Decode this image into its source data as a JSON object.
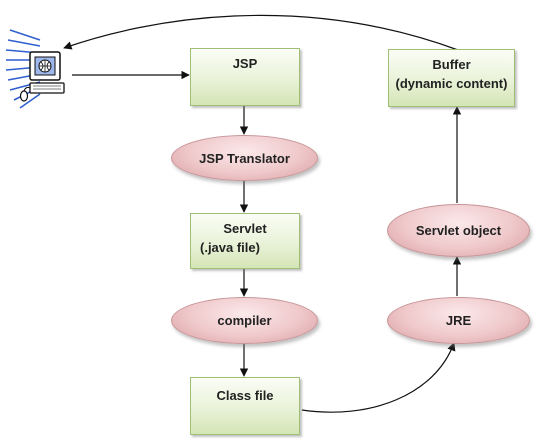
{
  "diagram": {
    "nodes": {
      "jsp": "JSP",
      "jsp_translator": "JSP Translator",
      "servlet_line1": "Servlet",
      "servlet_line2": "(.java file)",
      "compiler": "compiler",
      "class_file": "Class file",
      "jre": "JRE",
      "servlet_object": "Servlet object",
      "buffer_line1": "Buffer",
      "buffer_line2": "(dynamic content)"
    },
    "edges": [
      {
        "from": "client-computer",
        "to": "jsp-box"
      },
      {
        "from": "jsp-box",
        "to": "jsp-translator-oval"
      },
      {
        "from": "jsp-translator-oval",
        "to": "servlet-box"
      },
      {
        "from": "servlet-box",
        "to": "compiler-oval"
      },
      {
        "from": "compiler-oval",
        "to": "class-file-box"
      },
      {
        "from": "class-file-box",
        "to": "jre-oval"
      },
      {
        "from": "jre-oval",
        "to": "servlet-object-oval"
      },
      {
        "from": "servlet-object-oval",
        "to": "buffer-box"
      },
      {
        "from": "buffer-box",
        "to": "client-computer"
      }
    ],
    "colors": {
      "box_fill": "#e9f2d8",
      "box_border": "#9fbf77",
      "oval_fill": "#efc8ca",
      "oval_border": "#c79598",
      "client_accent": "#2f5fd0"
    },
    "icons": {
      "client": "computer-client-icon"
    }
  }
}
